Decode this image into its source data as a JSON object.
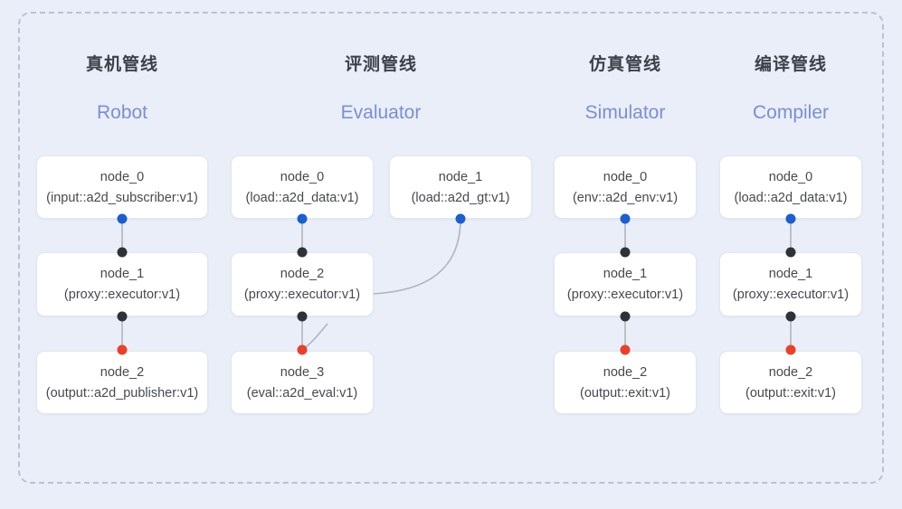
{
  "diagram": {
    "background_color": "#e9eef8",
    "frame": {
      "name": "pipeline-group-frame",
      "border_style": "dashed",
      "border_color": "#b9c2d4"
    },
    "port_colors": {
      "blue": "#1a5fd0",
      "black": "#2f3236",
      "red": "#ea4028"
    },
    "subtitle_color": "#7b8fd4",
    "title_color": "#3c4149"
  },
  "columns": [
    {
      "key": "robot",
      "title": "真机管线",
      "subtitle": "Robot",
      "nodes": [
        {
          "id": "node_0",
          "type": "(input::a2d_subscriber:v1)"
        },
        {
          "id": "node_1",
          "type": "(proxy::executor:v1)"
        },
        {
          "id": "node_2",
          "type": "(output::a2d_publisher:v1)"
        }
      ]
    },
    {
      "key": "evaluator",
      "title": "评测管线",
      "subtitle": "Evaluator",
      "nodes": [
        {
          "id": "node_0",
          "type": "(load::a2d_data:v1)"
        },
        {
          "id": "node_1",
          "type": "(load::a2d_gt:v1)"
        },
        {
          "id": "node_2",
          "type": "(proxy::executor:v1)"
        },
        {
          "id": "node_3",
          "type": "(eval::a2d_eval:v1)"
        }
      ]
    },
    {
      "key": "simulator",
      "title": "仿真管线",
      "subtitle": "Simulator",
      "nodes": [
        {
          "id": "node_0",
          "type": "(env::a2d_env:v1)"
        },
        {
          "id": "node_1",
          "type": "(proxy::executor:v1)"
        },
        {
          "id": "node_2",
          "type": "(output::exit:v1)"
        }
      ]
    },
    {
      "key": "compiler",
      "title": "编译管线",
      "subtitle": "Compiler",
      "nodes": [
        {
          "id": "node_0",
          "type": "(load::a2d_data:v1)"
        },
        {
          "id": "node_1",
          "type": "(proxy::executor:v1)"
        },
        {
          "id": "node_2",
          "type": "(output::exit:v1)"
        }
      ]
    }
  ]
}
